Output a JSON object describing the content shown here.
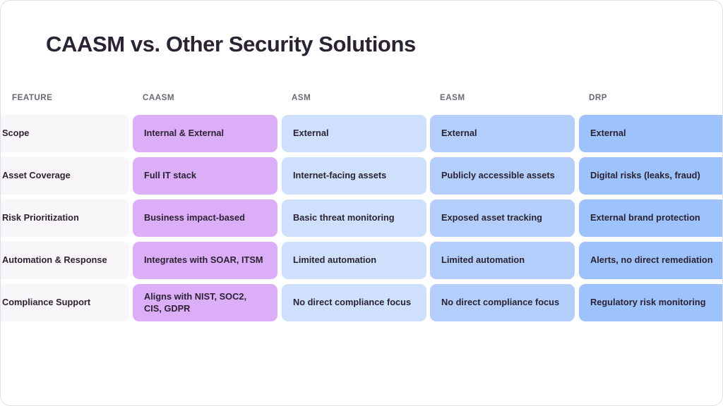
{
  "page": {
    "title": "CAASM vs. Other Security Solutions"
  },
  "colors": {
    "title_text": "#2b2333",
    "header_text": "#6b6675",
    "body_text": "#2b2333",
    "feature_cell": "#f8f6f9",
    "caasm_cell": "#dcaef8",
    "asm_cell": "#cfe0fc",
    "easm_cell": "#b4cefc",
    "drp_cell": "#9dc2fc",
    "card_background": "#ffffff",
    "card_border": "#e3dfe6"
  },
  "table": {
    "headers": [
      "FEATURE",
      "CAASM",
      "ASM",
      "EASM",
      "DRP"
    ],
    "rows": [
      {
        "feature": "Scope",
        "caasm": "Internal & External",
        "asm": "External",
        "easm": "External",
        "drp": "External"
      },
      {
        "feature": "Asset Coverage",
        "caasm": "Full IT stack",
        "asm": "Internet-facing assets",
        "easm": "Publicly accessible assets",
        "drp": "Digital risks (leaks, fraud)"
      },
      {
        "feature": "Risk Prioritization",
        "caasm": "Business impact-based",
        "asm": "Basic threat monitoring",
        "easm": "Exposed asset tracking",
        "drp": "External brand protection"
      },
      {
        "feature": "Automation & Response",
        "caasm": "Integrates with SOAR, ITSM",
        "asm": "Limited automation",
        "easm": "Limited automation",
        "drp": "Alerts, no direct remediation"
      },
      {
        "feature": "Compliance Support",
        "caasm": "Aligns with NIST, SOC2, CIS, GDPR",
        "asm": "No direct compliance focus",
        "easm": "No direct compliance focus",
        "drp": "Regulatory risk monitoring"
      }
    ]
  }
}
